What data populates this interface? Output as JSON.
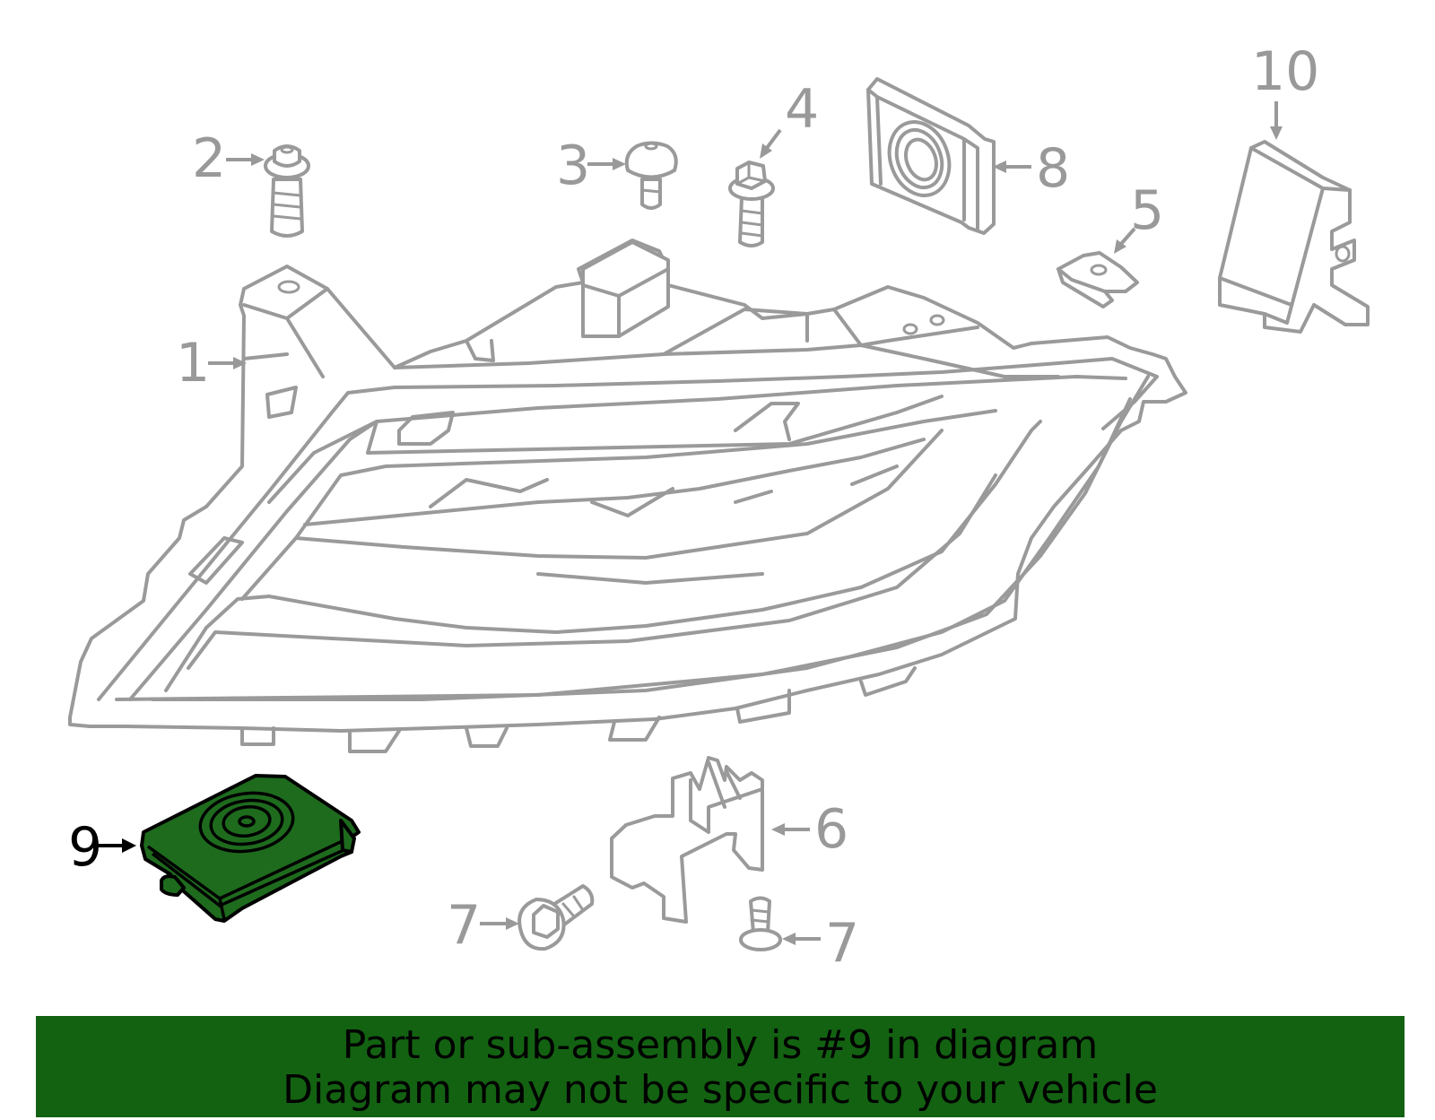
{
  "diagram": {
    "callouts": [
      {
        "id": "1",
        "label": "1"
      },
      {
        "id": "2",
        "label": "2"
      },
      {
        "id": "3",
        "label": "3"
      },
      {
        "id": "4",
        "label": "4"
      },
      {
        "id": "5",
        "label": "5"
      },
      {
        "id": "6",
        "label": "6"
      },
      {
        "id": "7a",
        "label": "7"
      },
      {
        "id": "7b",
        "label": "7"
      },
      {
        "id": "8",
        "label": "8"
      },
      {
        "id": "9",
        "label": "9",
        "highlighted": true
      },
      {
        "id": "10",
        "label": "10"
      }
    ],
    "highlight_color": "#1e6b1e",
    "line_color": "#9a9a9a"
  },
  "banner": {
    "line1": "Part or sub-assembly is #9 in diagram",
    "line2": "Diagram may not be specific to your vehicle",
    "background": "#136212"
  }
}
